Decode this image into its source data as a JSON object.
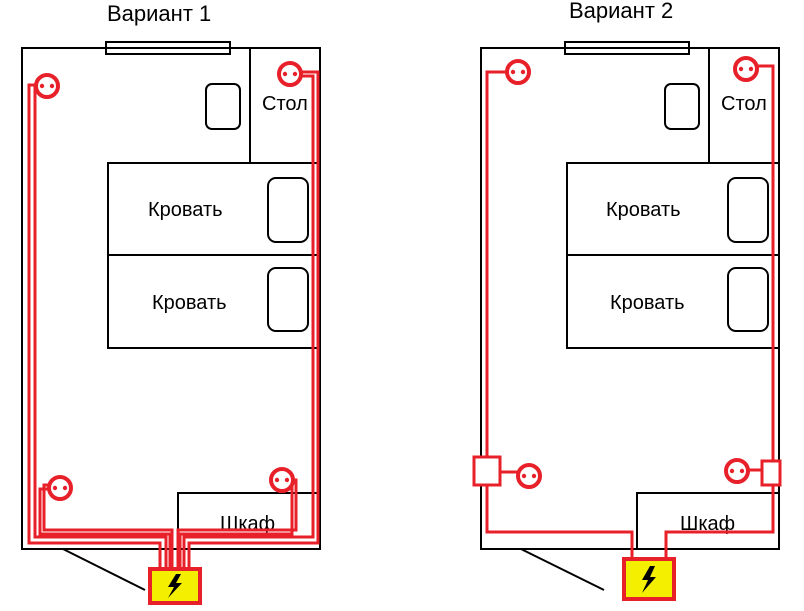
{
  "variant1": {
    "title": "Вариант 1",
    "desk_label": "Стол",
    "bed_top_label": "Кровать",
    "bed_bottom_label": "Кровать",
    "wardrobe_label": "Шкаф"
  },
  "variant2": {
    "title": "Вариант 2",
    "desk_label": "Стол",
    "bed_top_label": "Кровать",
    "bed_bottom_label": "Кровать",
    "wardrobe_label": "Шкаф"
  },
  "colors": {
    "wiring": "#e8202a",
    "panel_fill": "#f4ef00",
    "walls": "#000000"
  },
  "icons": {
    "outlet": "outlet-icon",
    "panel": "electrical-panel-icon",
    "junction": "junction-box-icon"
  }
}
